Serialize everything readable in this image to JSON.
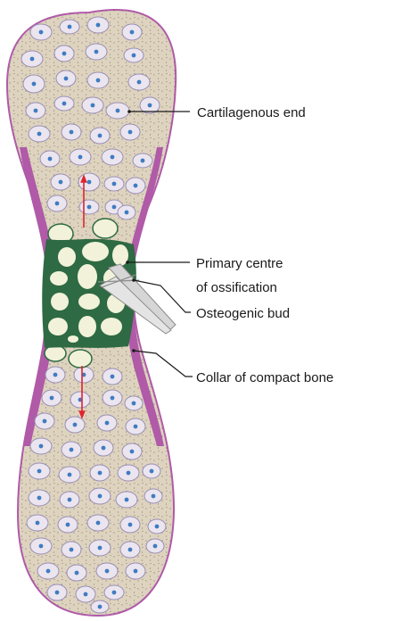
{
  "labels": {
    "cartilage_end": "Cartilagenous end",
    "primary_centre_line1": "Primary centre",
    "primary_centre_line2": "of ossification",
    "osteogenic_bud": "Osteogenic bud",
    "collar": "Collar of compact bone"
  },
  "colors": {
    "cartilage_fill": "#ddd3bf",
    "perichondrium": "#b05aa8",
    "cell_fill": "#ebe5f0",
    "cell_stroke": "#9a8fb3",
    "nucleus": "#3f7cc2",
    "ossification": "#2e6a43",
    "bone_island": "#f1f2d9",
    "bud": "#d6d6d6",
    "arrow": "#e0242c"
  }
}
